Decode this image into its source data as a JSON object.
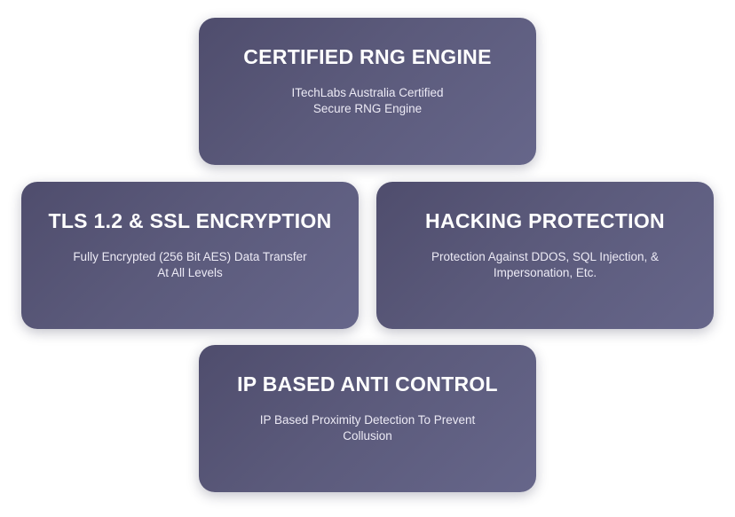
{
  "features": [
    {
      "title": "CERTIFIED RNG ENGINE",
      "description_lines": [
        "ITechLabs Australia Certified",
        "Secure RNG Engine"
      ]
    },
    {
      "title": "TLS 1.2 & SSL ENCRYPTION",
      "description_lines": [
        "Fully Encrypted (256 Bit AES) Data Transfer",
        "At All Levels"
      ]
    },
    {
      "title": "HACKING PROTECTION",
      "description_lines": [
        "Protection Against DDOS, SQL Injection, &",
        "Impersonation, Etc."
      ]
    },
    {
      "title": "IP BASED ANTI CONTROL",
      "description_lines": [
        "IP Based Proximity Detection To Prevent",
        "Collusion"
      ]
    }
  ],
  "colors": {
    "card_background_start": "#4f4d6d",
    "card_background_end": "#66668a",
    "text": "#ffffff"
  }
}
